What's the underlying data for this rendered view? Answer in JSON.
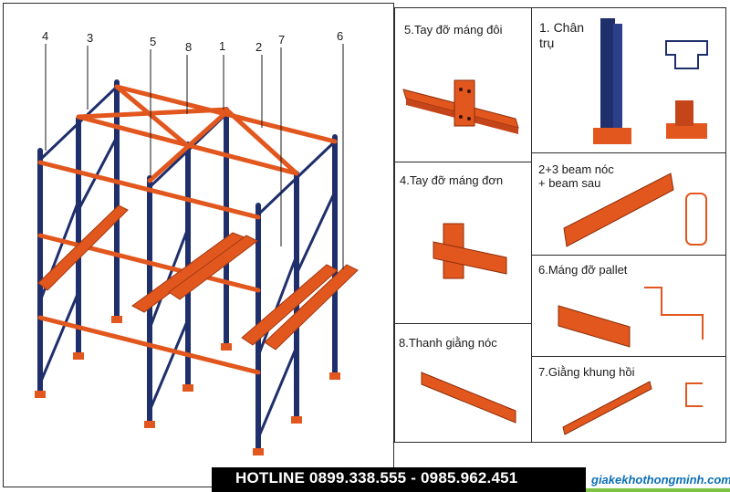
{
  "callouts": [
    "4",
    "3",
    "5",
    "8",
    "1",
    "2",
    "7",
    "6"
  ],
  "panels": {
    "tay_do_mang_doi": "5.Tay đỡ máng đôi",
    "chan_tru": "1. Chân\ntrụ",
    "tay_do_mang_don": "4.Tay đỡ máng đơn",
    "beam": "2+3 beam nóc\n+ beam sau",
    "mang_do_pallet": "6.Máng đỡ pallet",
    "thanh_giang_noc": "8.Thanh giằng nóc",
    "giang_khung_hoi": "7.Giằng khung hồi"
  },
  "footer": {
    "hotline": "HOTLINE 0899.338.555 - 0985.962.451",
    "website": "giakekhothongminh.com"
  },
  "colors": {
    "upright": "#1f2f6b",
    "beam": "#e2571e",
    "outline": "#2b2b2b",
    "brand_blue": "#0b6fb8",
    "brand_green": "#7dc242"
  }
}
